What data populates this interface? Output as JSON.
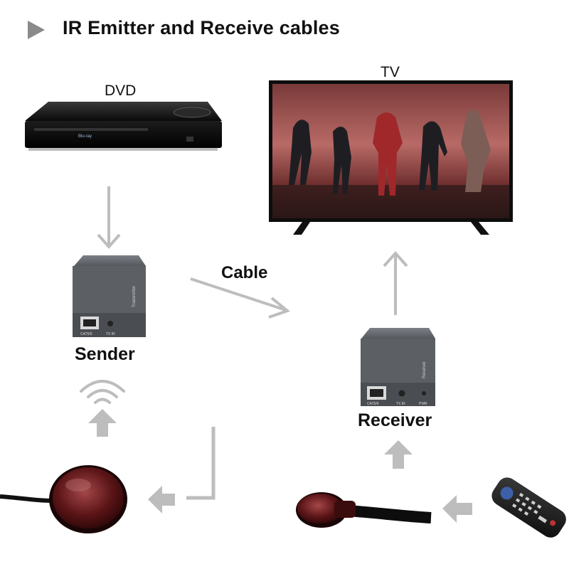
{
  "title": "IR Emitter and Receive cables",
  "labels": {
    "dvd": "DVD",
    "tv": "TV",
    "cable": "Cable",
    "sender": "Sender",
    "receiver": "Receiver"
  },
  "device_text": {
    "sender_port": "CAT5/6",
    "sender_ir": "TX IR",
    "sender_side": "Transmitter",
    "receiver_port": "CAT5/6",
    "receiver_ir": "TX IR",
    "receiver_pwr": "PWR",
    "receiver_side": "Receiver"
  },
  "colors": {
    "arrow": "#bdbdbd",
    "box": "#5a5e63",
    "tv_frame": "#111111",
    "ir_head": "#5a1416"
  }
}
